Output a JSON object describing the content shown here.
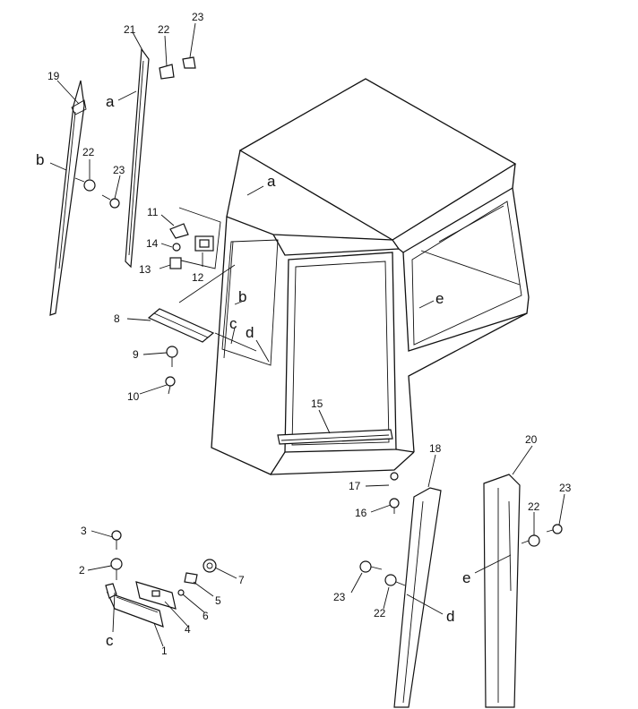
{
  "diagram": {
    "callouts": [
      {
        "id": "c1",
        "text": "1"
      },
      {
        "id": "c2",
        "text": "2"
      },
      {
        "id": "c3",
        "text": "3"
      },
      {
        "id": "c4",
        "text": "4"
      },
      {
        "id": "c5",
        "text": "5"
      },
      {
        "id": "c6",
        "text": "6"
      },
      {
        "id": "c7",
        "text": "7"
      },
      {
        "id": "c8",
        "text": "8"
      },
      {
        "id": "c9",
        "text": "9"
      },
      {
        "id": "c10",
        "text": "10"
      },
      {
        "id": "c11",
        "text": "11"
      },
      {
        "id": "c12",
        "text": "12"
      },
      {
        "id": "c13",
        "text": "13"
      },
      {
        "id": "c14",
        "text": "14"
      },
      {
        "id": "c15",
        "text": "15"
      },
      {
        "id": "c16",
        "text": "16"
      },
      {
        "id": "c17",
        "text": "17"
      },
      {
        "id": "c18",
        "text": "18"
      },
      {
        "id": "c19",
        "text": "19"
      },
      {
        "id": "c20",
        "text": "20"
      },
      {
        "id": "c21",
        "text": "21"
      },
      {
        "id": "c22a",
        "text": "22"
      },
      {
        "id": "c22b",
        "text": "22"
      },
      {
        "id": "c22c",
        "text": "22"
      },
      {
        "id": "c22d",
        "text": "22"
      },
      {
        "id": "c23a",
        "text": "23"
      },
      {
        "id": "c23b",
        "text": "23"
      },
      {
        "id": "c23c",
        "text": "23"
      },
      {
        "id": "c23d",
        "text": "23"
      }
    ],
    "refs": [
      {
        "id": "r_a1",
        "text": "a"
      },
      {
        "id": "r_a2",
        "text": "a"
      },
      {
        "id": "r_b1",
        "text": "b"
      },
      {
        "id": "r_b2",
        "text": "b"
      },
      {
        "id": "r_c1",
        "text": "c"
      },
      {
        "id": "r_c2",
        "text": "c"
      },
      {
        "id": "r_d1",
        "text": "d"
      },
      {
        "id": "r_d2",
        "text": "d"
      },
      {
        "id": "r_e1",
        "text": "e"
      },
      {
        "id": "r_e2",
        "text": "e"
      }
    ]
  }
}
